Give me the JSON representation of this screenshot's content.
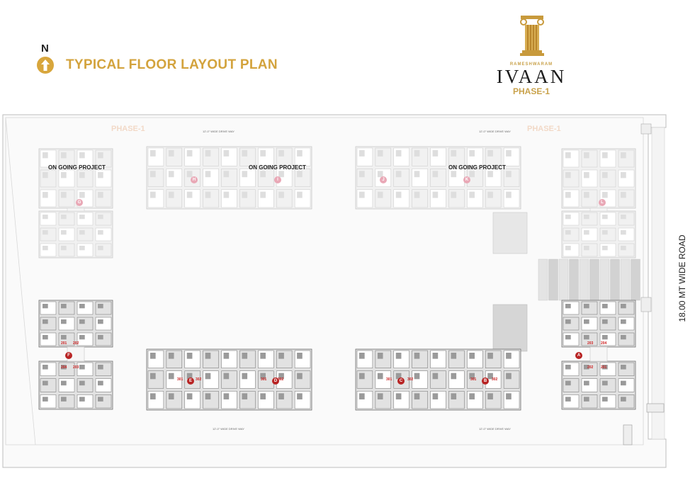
{
  "header": {
    "north_label": "N",
    "title": "TYPICAL FLOOR LAYOUT PLAN"
  },
  "logo": {
    "brand": "RAMESHWARAM",
    "name": "IVAAN",
    "phase": "PHASE-1"
  },
  "plan": {
    "road_label": "18.00 MT WIDE ROAD",
    "phase_watermark": "PHASE-1",
    "ongoing_label": "ON GOING PROJECT",
    "drive_way_label": "12'-0\" WIDE DRIVE WAY",
    "ongoing_block_ids": [
      "G",
      "H",
      "I",
      "J",
      "K",
      "L"
    ],
    "active_block_ids": [
      "F",
      "E",
      "D",
      "C",
      "B",
      "A"
    ],
    "units": {
      "F": [
        "201",
        "202",
        "204",
        "203"
      ],
      "E": [
        "301",
        "302"
      ],
      "D": [
        "301",
        "302"
      ],
      "C": [
        "301",
        "302"
      ],
      "B": [
        "301",
        "302"
      ],
      "A": [
        "203",
        "204",
        "202",
        "201"
      ]
    }
  },
  "colors": {
    "gold": "#d3a33d",
    "block_id_marker": "#b82424",
    "ongoing_block_id_marker": "#e9a8b6"
  }
}
